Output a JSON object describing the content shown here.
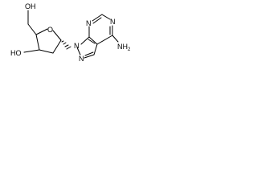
{
  "molecule": {
    "atoms": {
      "OH_top": "OH",
      "O_ring": "O",
      "HO_left": "HO",
      "N1": "N",
      "N2": "N",
      "N3": "N",
      "N4": "N",
      "NH2_N": "NH",
      "NH2_sub": "2"
    }
  },
  "colors": {
    "ink": "#000000",
    "background": "#ffffff"
  }
}
